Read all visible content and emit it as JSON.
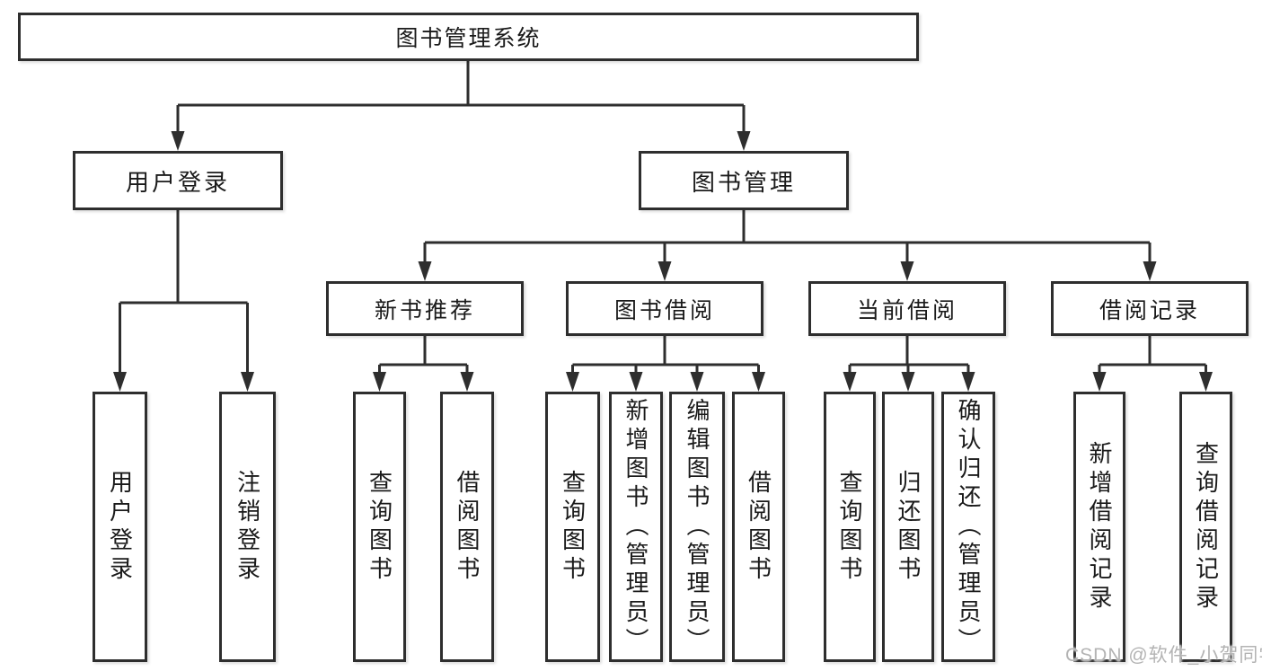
{
  "diagram": {
    "root_label": "图书管理系统",
    "level2": {
      "user_login": "用户登录",
      "book_mgmt": "图书管理"
    },
    "level3": {
      "new_book": "新书推荐",
      "book_borrow": "图书借阅",
      "current_borrow": "当前借阅",
      "borrow_records": "借阅记录"
    },
    "leaves": {
      "user_login": [
        "用户登录",
        "注销登录"
      ],
      "new_book": [
        "查询图书",
        "借阅图书"
      ],
      "book_borrow": [
        "查询图书",
        "新增图书（管理员）",
        "编辑图书（管理员）",
        "借阅图书"
      ],
      "current_borrow": [
        "查询图书",
        "归还图书",
        "确认归还（管理员）"
      ],
      "borrow_records": [
        "新增借阅记录",
        "查询借阅记录"
      ]
    }
  },
  "watermark": {
    "text": "CSDN @软件_小贺同学"
  },
  "colors": {
    "line": "#2e2e2e",
    "text": "#1a1a1a",
    "background": "#ffffff",
    "watermark": "#b3b3b3"
  }
}
